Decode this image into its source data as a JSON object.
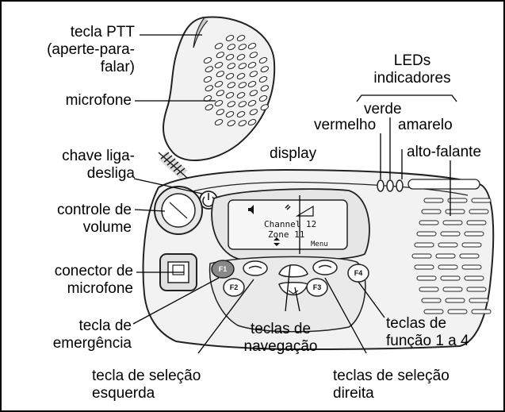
{
  "labels": {
    "ptt_key": "tecla PTT (aperte-para- falar)",
    "ptt_l1": "tecla PTT",
    "ptt_l2": "(aperte-para-",
    "ptt_l3": "falar)",
    "microphone": "microfone",
    "power_l1": "chave liga-",
    "power_l2": "desliga",
    "volume_l1": "controle de",
    "volume_l2": "volume",
    "mic_conn_l1": "conector de",
    "mic_conn_l2": "microfone",
    "emerg_l1": "tecla de",
    "emerg_l2": "emergência",
    "left_sel_l1": "tecla de seleção",
    "left_sel_l2": "esquerda",
    "nav_l1": "teclas de",
    "nav_l2": "navegação",
    "right_sel_l1": "teclas de seleção",
    "right_sel_l2": "direita",
    "func_l1": "teclas de",
    "func_l2": "função 1 a 4",
    "speaker": "alto-falante",
    "display": "display",
    "leds_l1": "LEDs",
    "leds_l2": "indicadores",
    "green": "verde",
    "red": "vermelho",
    "yellow": "amarelo"
  },
  "screen": {
    "line1": "Channel 12",
    "line2": "Zone 11",
    "softkey_right": "Menu"
  },
  "keys": {
    "f1": "F1",
    "f2": "F2",
    "f3": "F3",
    "f4": "F4"
  },
  "colors": {
    "body_fill": "#f2f2f2",
    "outline": "#222222",
    "display_fill": "#f7f7f7",
    "emergency_key": "#888888"
  }
}
